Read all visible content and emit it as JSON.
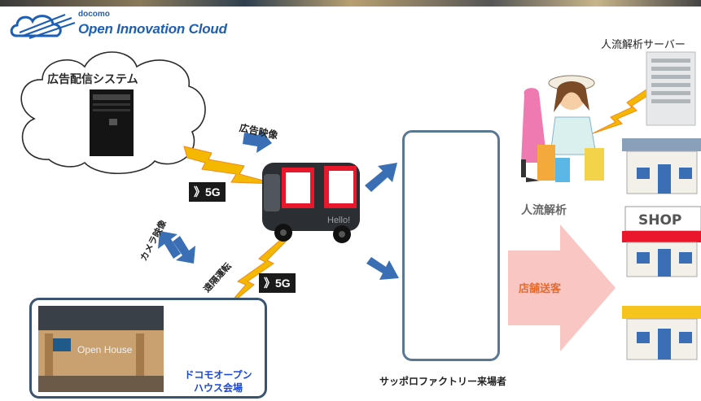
{
  "logo": {
    "sub": "docomo",
    "main": "Open Innovation Cloud"
  },
  "labels": {
    "ad_system": "広告配信システム",
    "ad_video": "広告映像",
    "camera_video": "カメラ映像",
    "remote_driving": "遠隔運転",
    "network_badge": "》5G",
    "bus_text": "Hello!",
    "server": "人流解析サーバー",
    "flow_analysis": "人流解析",
    "store_sending": "店舗送客",
    "visitors": "サッポロファクトリー来場者",
    "venue_line1": "ドコモオープン",
    "venue_line2": "ハウス会場",
    "shop_sign": "SHOP",
    "photo_sign": "Open House"
  },
  "colors": {
    "brand_blue": "#1d5fb5",
    "arrow_blue": "#3b6fb5",
    "bolt_yellow": "#f5b800",
    "bolt_orange": "#f08a1c",
    "bus_red": "#e8172c",
    "pink_arrow": "#f9c6c4",
    "orange_text": "#e86a2a",
    "venue_blue": "#1b47d8"
  },
  "icons": [
    "cloud-logo-icon",
    "server-icon",
    "bus-icon",
    "lightning-icon",
    "person-icon",
    "shop-icon",
    "remote-driver-icon"
  ]
}
